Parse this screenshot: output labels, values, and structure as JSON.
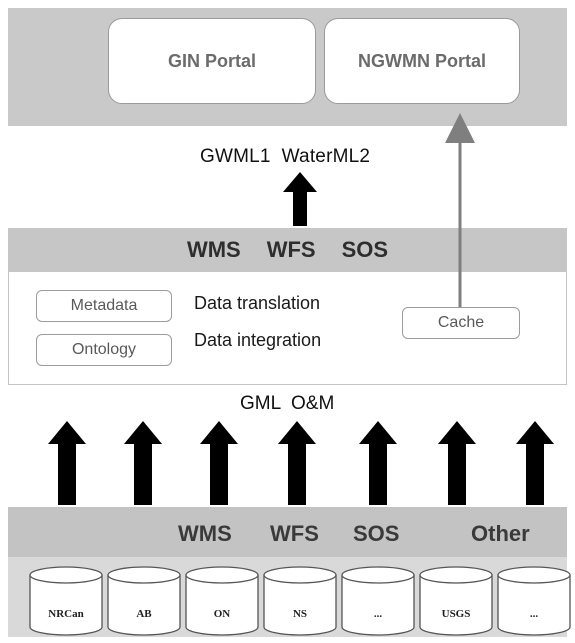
{
  "portals": {
    "gin": "GIN Portal",
    "ngwmn": "NGWMN Portal"
  },
  "output_formats": "GWML1  WaterML2",
  "middleware": {
    "services": [
      "WMS",
      "WFS",
      "SOS"
    ],
    "components": {
      "metadata": "Metadata",
      "ontology": "Ontology",
      "cache": "Cache"
    },
    "data_translation": "Data translation",
    "data_integration": "Data integration"
  },
  "intermediate_formats": "GML  O&M",
  "provider_services": {
    "wms": "WMS",
    "wfs": "WFS",
    "sos": "SOS",
    "other": "Other"
  },
  "data_sources": [
    "NRCan",
    "AB",
    "ON",
    "NS",
    "...",
    "USGS",
    "..."
  ]
}
